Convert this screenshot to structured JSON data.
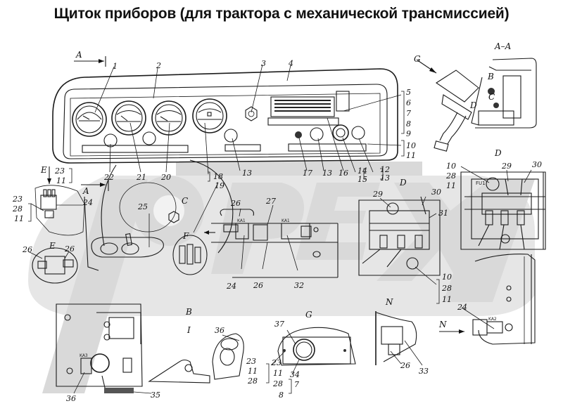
{
  "title": "Щиток приборов (для трактора с механической трансмиссией)",
  "watermark": "OPEX",
  "colors": {
    "ink": "#111111",
    "watermark": "#d9d9d9",
    "background": "#ffffff"
  },
  "views": {
    "A": "A",
    "AA": "A–A",
    "B": "B",
    "C": "C",
    "D": "D",
    "E": "E",
    "F": "F",
    "G": "G",
    "N": "N",
    "I": "I"
  },
  "labels": {
    "n1": "1",
    "n2": "2",
    "n3": "3",
    "n4": "4",
    "n5": "5",
    "n6": "6",
    "n7": "7",
    "n8": "8",
    "n9": "9",
    "n10": "10",
    "n11": "11",
    "n12": "12",
    "n13": "13",
    "n14": "14",
    "n15": "15",
    "n16": "16",
    "n17": "17",
    "n18": "18",
    "n19": "19",
    "n20": "20",
    "n21": "21",
    "n22": "22",
    "n23": "23",
    "n24": "24",
    "n25": "25",
    "n26": "26",
    "n27": "27",
    "n28": "28",
    "n29": "29",
    "n30": "30",
    "n31": "31",
    "n32": "32",
    "n33": "33",
    "n34": "34",
    "n35": "35",
    "n36": "36",
    "n37": "37"
  },
  "component_marks": {
    "fuse": "FU1",
    "relay1": "KA1",
    "relay2": "KA2",
    "relay3": "KA3"
  }
}
